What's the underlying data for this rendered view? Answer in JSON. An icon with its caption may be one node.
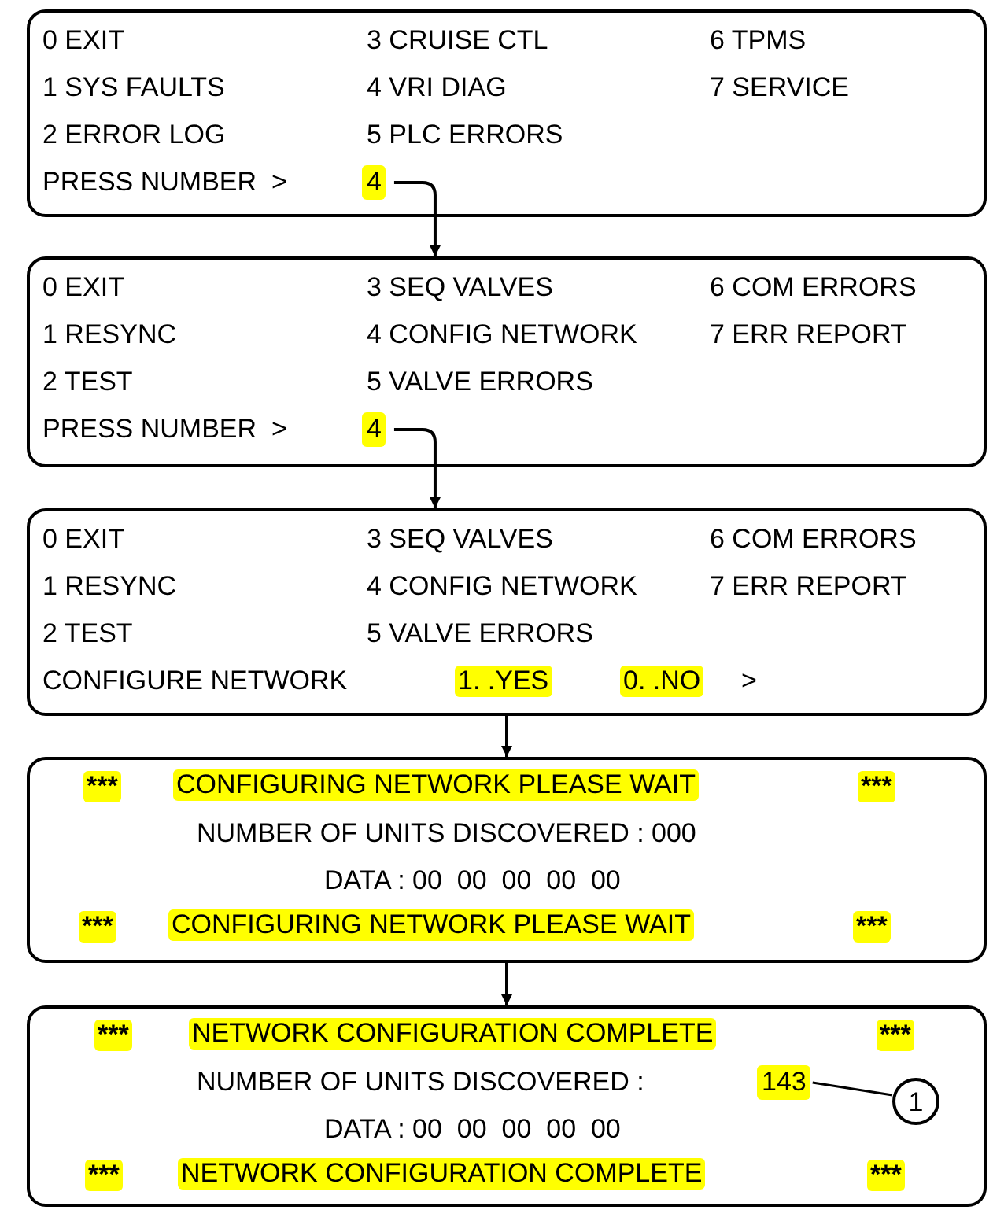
{
  "diagram": {
    "nodes": [
      {
        "text": [
          "0 EXIT",
          "3 CRUISE CTL",
          "6 TPMS",
          "1 SYS FAULTS",
          "4 VRI DIAG",
          "7 SERVICE",
          "2 ERROR LOG",
          "5 PLC ERRORS",
          "PRESS NUMBER  >"
        ]
      },
      {
        "text": [
          "4"
        ],
        "in": 0
      },
      {
        "text": [
          "0 EXIT",
          "3 SEQ VALVES",
          "6 COM ERRORS",
          "1 RESYNC",
          "4 CONFIG NETWORK",
          "7 ERR REPORT",
          "2 TEST",
          "5 VALVE ERRORS",
          "PRESS NUMBER  >"
        ]
      },
      {
        "text": [
          "4"
        ],
        "in": 2
      },
      {
        "text": [
          "0 EXIT",
          "3 SEQ VALVES",
          "6 COM ERRORS",
          "1 RESYNC",
          "4 CONFIG NETWORK",
          "7 ERR REPORT",
          "2 TEST",
          "5 VALVE ERRORS",
          "CONFIGURE NETWORK",
          "1. .YES",
          "0. .NO",
          ">"
        ]
      },
      {
        "text": [
          "***",
          "CONFIGURING NETWORK PLEASE WAIT",
          "***",
          "NUMBER OF UNITS DISCOVERED : 000",
          "DATA : 00  00  00  00  00",
          "***",
          "CONFIGURING NETWORK PLEASE WAIT",
          "***"
        ]
      },
      {
        "text": [
          "***",
          "NETWORK CONFIGURATION COMPLETE",
          "***",
          "NUMBER OF UNITS DISCOVERED :",
          "DATA : 00  00  00  00  00",
          "***",
          "NETWORK CONFIGURATION COMPLETE",
          "***"
        ]
      },
      {
        "text": [
          "143"
        ],
        "in": 6
      },
      {
        "text": [
          "1"
        ],
        "in": 6
      }
    ],
    "edges": [
      {
        "from": 1,
        "to": 2,
        "arrow": "to"
      },
      {
        "from": 3,
        "to": 4,
        "arrow": "to"
      },
      {
        "from": 4,
        "to": 5,
        "arrow": "to"
      },
      {
        "from": 5,
        "to": 6,
        "arrow": "to"
      },
      {
        "from": 7,
        "to": 8,
        "arrow": "none"
      }
    ]
  }
}
